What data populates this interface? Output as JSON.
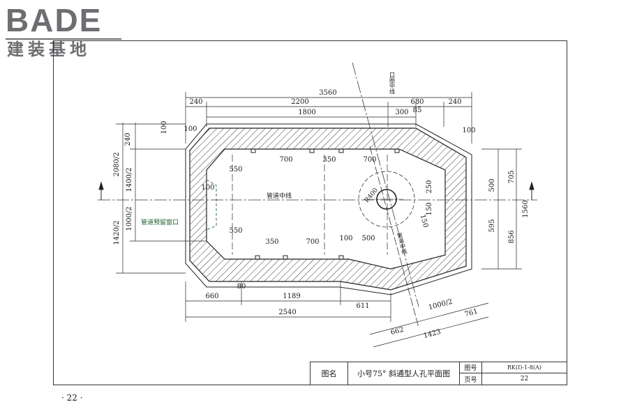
{
  "brand": {
    "name_en": "BADE",
    "name_cn": "建装基地"
  },
  "drawing": {
    "title_label": "图名",
    "title": "小号75° 斜通型人孔平面图",
    "drawing_no_label": "图号",
    "drawing_no": "RK(I)-1-8(A)",
    "page_label": "页号",
    "page": "22"
  },
  "page_footer": "· 22 ·",
  "labels": {
    "manhole_centerline": "口圈中线",
    "duct_centerline": "管道中线",
    "duct_centerline_2": "管道中线",
    "reserved_window": "管道预留窗口",
    "radius": "R400"
  },
  "dimensions": {
    "top": [
      "3560",
      "240",
      "2200",
      "680",
      "240",
      "1800",
      "300",
      "85",
      "100",
      "100"
    ],
    "inner": [
      "550",
      "700",
      "350",
      "700",
      "100",
      "550",
      "350",
      "700",
      "100",
      "500",
      "250",
      "150",
      "150"
    ],
    "left": [
      "100",
      "240",
      "2080/2",
      "1400/2",
      "1000/2",
      "1420/2"
    ],
    "right": [
      "500",
      "705",
      "595",
      "856",
      "1560"
    ],
    "bottom": [
      "80",
      "660",
      "1189",
      "611",
      "2540",
      "1000/2",
      "761",
      "662",
      "1423"
    ]
  }
}
